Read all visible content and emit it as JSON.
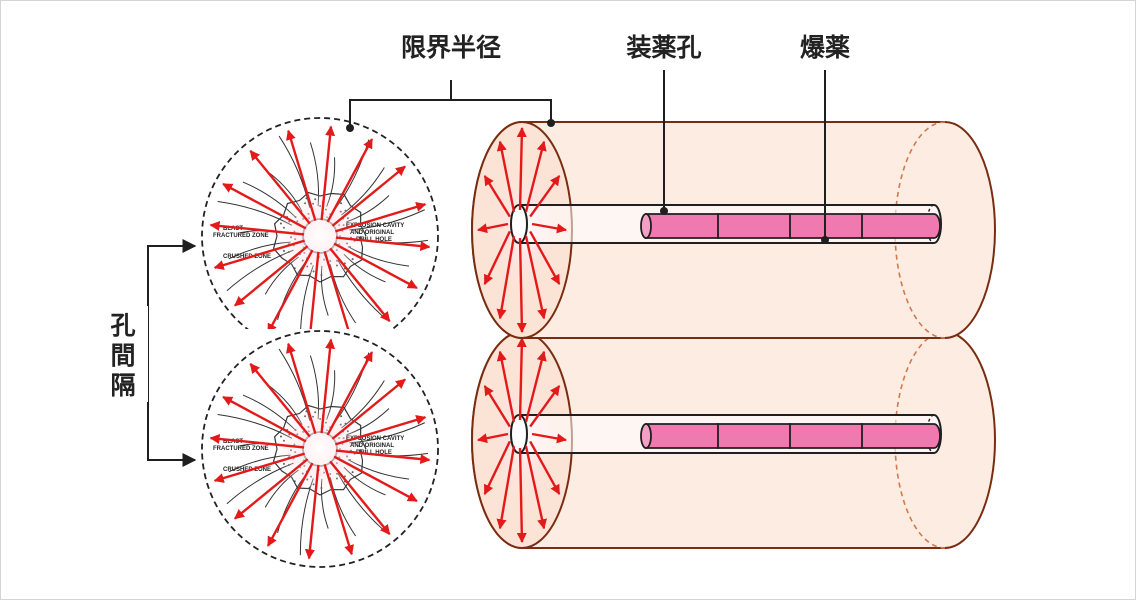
{
  "labels": {
    "critical_radius": "限界半径",
    "charge_hole": "装薬孔",
    "explosive": "爆薬",
    "hole_spacing": [
      "孔",
      "間",
      "隔"
    ]
  },
  "zone_labels": {
    "blast_fractured_line1": "BLAST-",
    "blast_fractured_line2": "FRACTURED ZONE",
    "crushed": "CRUSHED ZONE",
    "cavity_line1": "EXPLOSION CAVITY",
    "cavity_line2": "AND ORIGINAL",
    "cavity_line3": "DRILL HOLE"
  },
  "colors": {
    "arrow": "#e31a1a",
    "cylinder_fill": "#fcece2",
    "cylinder_stroke": "#7a2c10",
    "explosive": "#f07ab0",
    "explosive_stroke": "#1f1f1f",
    "line": "#1f1f1f",
    "hidden_edge": "#d27a4a"
  },
  "icons": [
    "arrow-icon",
    "dot-marker-icon"
  ]
}
